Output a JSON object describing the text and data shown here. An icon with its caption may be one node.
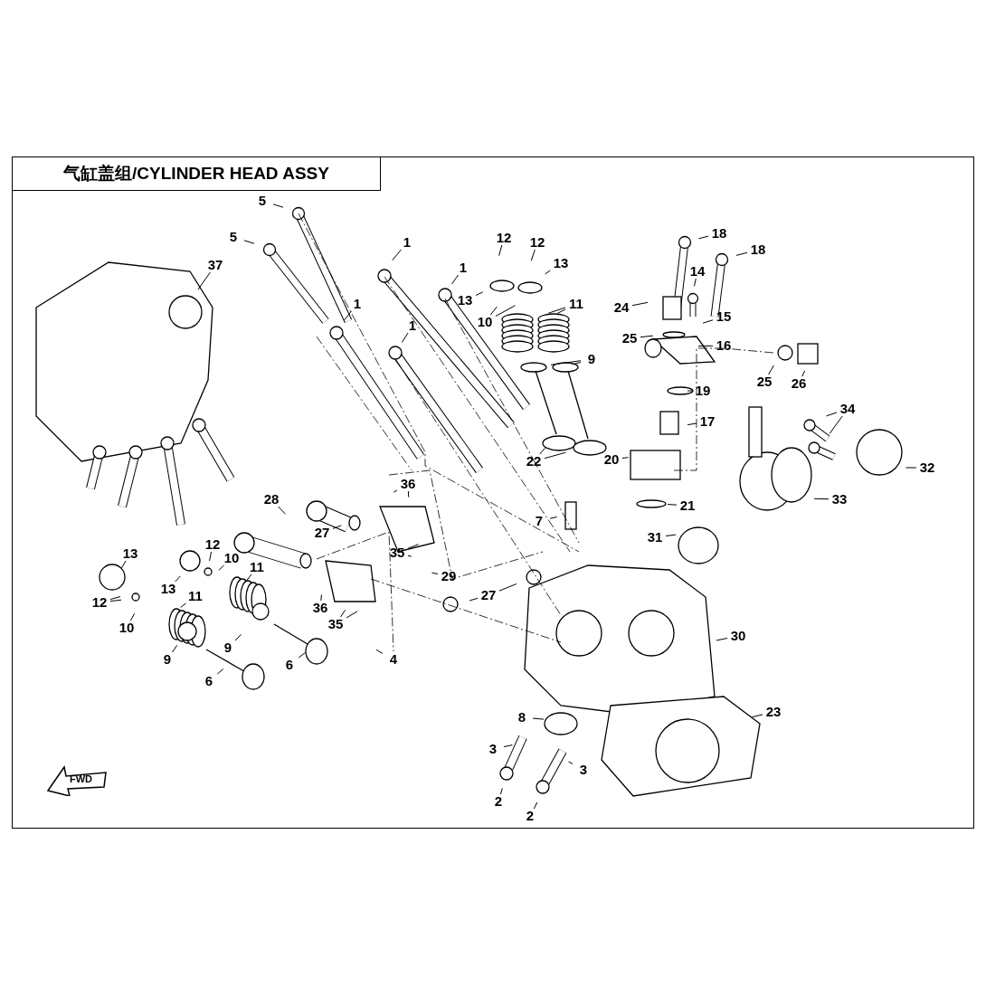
{
  "diagram": {
    "title": "气缸盖组/CYLINDER HEAD ASSY",
    "nodes": [
      {
        "text": [
          "5"
        ]
      },
      {
        "text": [
          "5"
        ]
      },
      {
        "text": [
          "37"
        ]
      },
      {
        "text": [
          "1"
        ]
      },
      {
        "text": [
          "1"
        ]
      },
      {
        "text": [
          "12"
        ]
      },
      {
        "text": [
          "12"
        ]
      },
      {
        "text": [
          "13"
        ]
      },
      {
        "text": [
          "13"
        ]
      },
      {
        "text": [
          "10"
        ]
      },
      {
        "text": [
          "11"
        ]
      },
      {
        "text": [
          "9"
        ]
      },
      {
        "text": [
          "1"
        ]
      },
      {
        "text": [
          "1"
        ]
      },
      {
        "text": [
          "18"
        ]
      },
      {
        "text": [
          "18"
        ]
      },
      {
        "text": [
          "14"
        ]
      },
      {
        "text": [
          "24"
        ]
      },
      {
        "text": [
          "15"
        ]
      },
      {
        "text": [
          "16"
        ]
      },
      {
        "text": [
          "25"
        ]
      },
      {
        "text": [
          "25"
        ]
      },
      {
        "text": [
          "26"
        ]
      },
      {
        "text": [
          "19"
        ]
      },
      {
        "text": [
          "17"
        ]
      },
      {
        "text": [
          "22"
        ]
      },
      {
        "text": [
          "20"
        ]
      },
      {
        "text": [
          "34"
        ]
      },
      {
        "text": [
          "32"
        ]
      },
      {
        "text": [
          "21"
        ]
      },
      {
        "text": [
          "33"
        ]
      },
      {
        "text": [
          "7"
        ]
      },
      {
        "text": [
          "36"
        ]
      },
      {
        "text": [
          "28"
        ]
      },
      {
        "text": [
          "27"
        ]
      },
      {
        "text": [
          "31"
        ]
      },
      {
        "text": [
          "35"
        ]
      },
      {
        "text": [
          "29"
        ]
      },
      {
        "text": [
          "13"
        ]
      },
      {
        "text": [
          "12"
        ]
      },
      {
        "text": [
          "10"
        ]
      },
      {
        "text": [
          "11"
        ]
      },
      {
        "text": [
          "13"
        ]
      },
      {
        "text": [
          "27"
        ]
      },
      {
        "text": [
          "12"
        ]
      },
      {
        "text": [
          "11"
        ]
      },
      {
        "text": [
          "36"
        ]
      },
      {
        "text": [
          "10"
        ]
      },
      {
        "text": [
          "9"
        ]
      },
      {
        "text": [
          "35"
        ]
      },
      {
        "text": [
          "9"
        ]
      },
      {
        "text": [
          "30"
        ]
      },
      {
        "text": [
          "4"
        ]
      },
      {
        "text": [
          "6"
        ]
      },
      {
        "text": [
          "6"
        ]
      },
      {
        "text": [
          "23"
        ]
      },
      {
        "text": [
          "8"
        ]
      },
      {
        "text": [
          "3"
        ]
      },
      {
        "text": [
          "3"
        ]
      },
      {
        "text": [
          "2"
        ]
      },
      {
        "text": [
          "2"
        ]
      },
      {
        "text": [
          "FWD"
        ]
      }
    ],
    "edges": [
      {
        "from": 0,
        "to": null,
        "arrow": "none"
      },
      {
        "from": 1,
        "to": null,
        "arrow": "none"
      },
      {
        "from": 2,
        "to": null,
        "arrow": "none"
      },
      {
        "from": 3,
        "to": null,
        "arrow": "none"
      },
      {
        "from": 4,
        "to": null,
        "arrow": "none"
      },
      {
        "from": 5,
        "to": null,
        "arrow": "none"
      },
      {
        "from": 6,
        "to": null,
        "arrow": "none"
      },
      {
        "from": 7,
        "to": null,
        "arrow": "none"
      },
      {
        "from": 8,
        "to": null,
        "arrow": "none"
      },
      {
        "from": 9,
        "to": null,
        "arrow": "none"
      },
      {
        "from": 9,
        "to": null,
        "arrow": "none"
      },
      {
        "from": 10,
        "to": null,
        "arrow": "none"
      },
      {
        "from": 10,
        "to": null,
        "arrow": "none"
      },
      {
        "from": 11,
        "to": null,
        "arrow": "none"
      },
      {
        "from": 11,
        "to": null,
        "arrow": "none"
      },
      {
        "from": 12,
        "to": null,
        "arrow": "none"
      },
      {
        "from": 13,
        "to": null,
        "arrow": "none"
      },
      {
        "from": 14,
        "to": null,
        "arrow": "none"
      },
      {
        "from": 15,
        "to": null,
        "arrow": "none"
      },
      {
        "from": 16,
        "to": null,
        "arrow": "none"
      },
      {
        "from": 17,
        "to": null,
        "arrow": "none"
      },
      {
        "from": 18,
        "to": null,
        "arrow": "none"
      },
      {
        "from": 19,
        "to": null,
        "arrow": "none"
      },
      {
        "from": 20,
        "to": null,
        "arrow": "none"
      },
      {
        "from": 21,
        "to": null,
        "arrow": "none"
      },
      {
        "from": 22,
        "to": null,
        "arrow": "none"
      },
      {
        "from": 23,
        "to": null,
        "arrow": "none"
      },
      {
        "from": 24,
        "to": null,
        "arrow": "none"
      },
      {
        "from": 25,
        "to": null,
        "arrow": "none"
      },
      {
        "from": 25,
        "to": null,
        "arrow": "none"
      },
      {
        "from": 26,
        "to": null,
        "arrow": "none"
      },
      {
        "from": 27,
        "to": null,
        "arrow": "none"
      },
      {
        "from": 27,
        "to": null,
        "arrow": "none"
      },
      {
        "from": 28,
        "to": null,
        "arrow": "none"
      },
      {
        "from": 29,
        "to": null,
        "arrow": "none"
      },
      {
        "from": 30,
        "to": null,
        "arrow": "none"
      },
      {
        "from": 31,
        "to": null,
        "arrow": "none"
      },
      {
        "from": 32,
        "to": null,
        "arrow": "none"
      },
      {
        "from": 32,
        "to": null,
        "arrow": "none"
      },
      {
        "from": 33,
        "to": null,
        "arrow": "none"
      },
      {
        "from": 34,
        "to": null,
        "arrow": "none"
      },
      {
        "from": 35,
        "to": null,
        "arrow": "none"
      },
      {
        "from": 36,
        "to": null,
        "arrow": "none"
      },
      {
        "from": 36,
        "to": null,
        "arrow": "none"
      },
      {
        "from": 37,
        "to": null,
        "arrow": "none"
      },
      {
        "from": 38,
        "to": null,
        "arrow": "none"
      },
      {
        "from": 39,
        "to": null,
        "arrow": "none"
      },
      {
        "from": 40,
        "to": null,
        "arrow": "none"
      },
      {
        "from": 41,
        "to": null,
        "arrow": "none"
      },
      {
        "from": 42,
        "to": null,
        "arrow": "none"
      },
      {
        "from": 43,
        "to": null,
        "arrow": "none"
      },
      {
        "from": 43,
        "to": null,
        "arrow": "none"
      },
      {
        "from": 44,
        "to": null,
        "arrow": "none"
      },
      {
        "from": 44,
        "to": null,
        "arrow": "none"
      },
      {
        "from": 45,
        "to": null,
        "arrow": "none"
      },
      {
        "from": 46,
        "to": null,
        "arrow": "none"
      },
      {
        "from": 47,
        "to": null,
        "arrow": "none"
      },
      {
        "from": 48,
        "to": null,
        "arrow": "none"
      },
      {
        "from": 49,
        "to": null,
        "arrow": "none"
      },
      {
        "from": 49,
        "to": null,
        "arrow": "none"
      },
      {
        "from": 50,
        "to": null,
        "arrow": "none"
      },
      {
        "from": 51,
        "to": null,
        "arrow": "none"
      },
      {
        "from": 52,
        "to": null,
        "arrow": "none"
      },
      {
        "from": 53,
        "to": null,
        "arrow": "none"
      },
      {
        "from": 54,
        "to": null,
        "arrow": "none"
      },
      {
        "from": 55,
        "to": null,
        "arrow": "none"
      },
      {
        "from": 56,
        "to": null,
        "arrow": "none"
      },
      {
        "from": 57,
        "to": null,
        "arrow": "none"
      },
      {
        "from": 58,
        "to": null,
        "arrow": "none"
      },
      {
        "from": 59,
        "to": null,
        "arrow": "none"
      },
      {
        "from": 60,
        "to": null,
        "arrow": "none"
      }
    ]
  }
}
